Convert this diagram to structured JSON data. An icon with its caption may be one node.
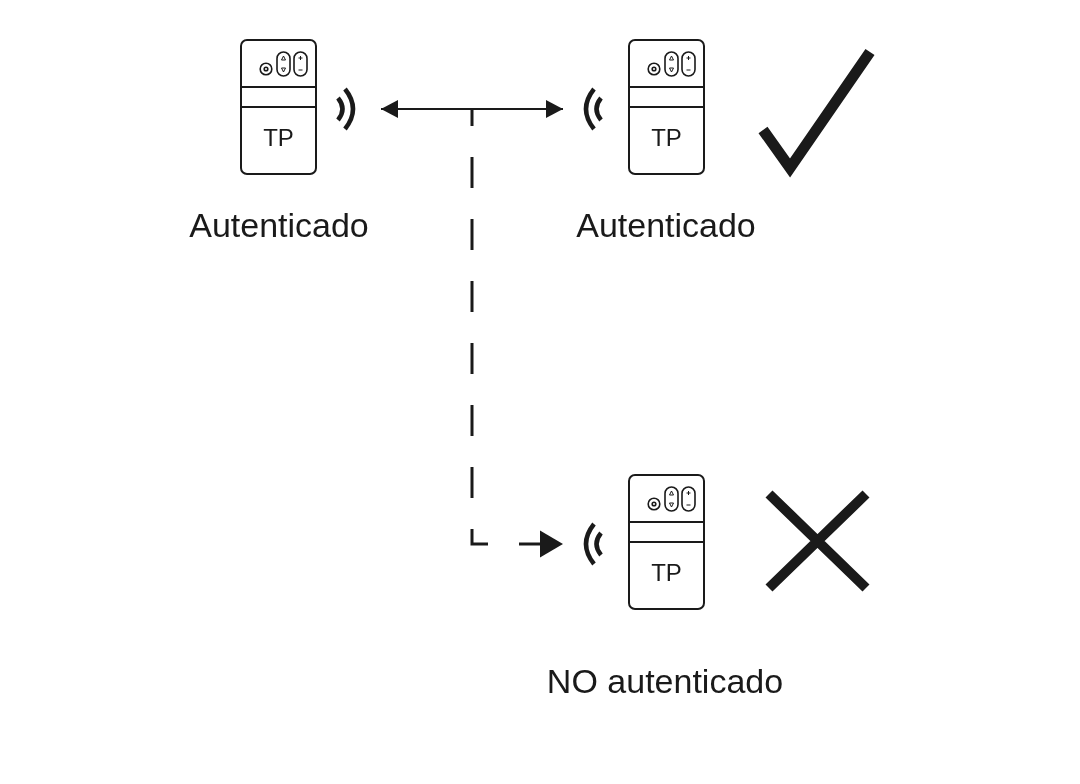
{
  "diagram": {
    "nodes": [
      {
        "text": [
          "TP"
        ],
        "beside": [
          "Autenticado"
        ]
      },
      {
        "text": [
          "TP"
        ],
        "beside": [
          "Autenticado"
        ]
      },
      {
        "text": [
          "TP"
        ],
        "beside": [
          "NO autenticado"
        ]
      }
    ],
    "edges": [
      {
        "from": 0,
        "to": 1,
        "arrow": "both"
      },
      {
        "from": null,
        "to": 2,
        "arrow": "to",
        "style": "dashed"
      }
    ]
  }
}
